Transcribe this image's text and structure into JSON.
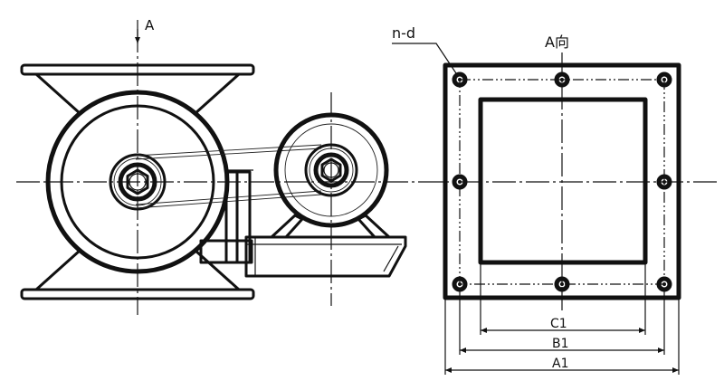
{
  "labels": {
    "section_arrow": "A",
    "view_title": "A向",
    "holes": "n-d",
    "dim_inner": "C1",
    "dim_middle": "B1",
    "dim_outer": "A1"
  },
  "colors": {
    "ink": "#111111",
    "paper": "#ffffff"
  }
}
